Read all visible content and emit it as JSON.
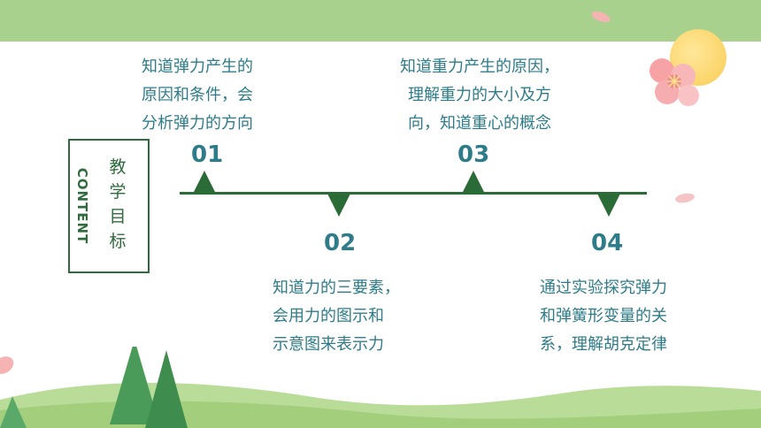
{
  "colors": {
    "accent_green": "#2a6b38",
    "text_teal": "#2e7c89",
    "band_green": "#a8d18d"
  },
  "label": {
    "word": "CONTENT",
    "title_chars": [
      "教",
      "学",
      "目",
      "标"
    ]
  },
  "objectives": [
    {
      "number": "01",
      "lines": [
        "知道弹力产生的",
        "原因和条件，会",
        "分析弹力的方向"
      ]
    },
    {
      "number": "02",
      "lines": [
        "知道力的三要素，",
        "会用力的图示和",
        "示意图来表示力"
      ]
    },
    {
      "number": "03",
      "lines": [
        "知道重力产生的原因，",
        "理解重力的大小及方",
        "向，知道重心的概念"
      ]
    },
    {
      "number": "04",
      "lines": [
        "通过实验探究弹力",
        "和弹簧形变量的关",
        "系，理解胡克定律"
      ]
    }
  ],
  "icons": {
    "sun": "sun-icon",
    "flower": "flower-icon",
    "tree": "tree-icon"
  }
}
